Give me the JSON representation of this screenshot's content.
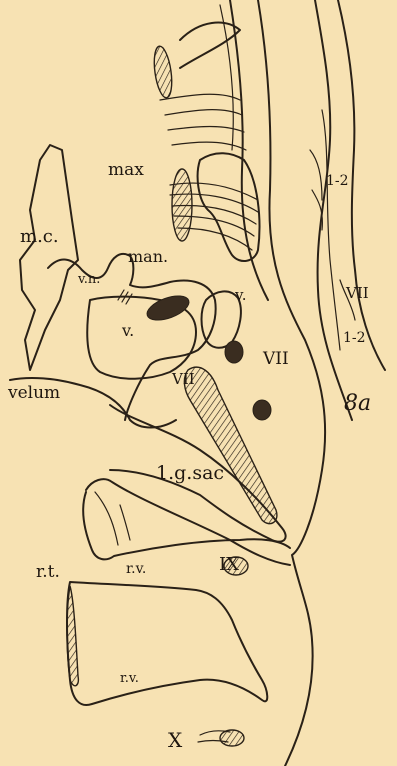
{
  "figure": {
    "panel_number": "8a",
    "labels": {
      "max": "max",
      "mc": "m.c.",
      "man": "man.",
      "vn": "v.n.",
      "v_left": "v.",
      "v_upper": "v.",
      "velum": "velum",
      "vii_center": "VII",
      "vii_lower": "VII",
      "vii_right": "VII",
      "one_two_upper": "1-2",
      "one_two_lower": "1-2",
      "lgsac": "1.g.sac",
      "rt": "r.t.",
      "rv_upper": "r.v.",
      "rv_lower": "r.v.",
      "ix": "IX",
      "x": "X"
    },
    "colors": {
      "paper": "#f7e2b3",
      "ink": "#2a2117"
    }
  }
}
